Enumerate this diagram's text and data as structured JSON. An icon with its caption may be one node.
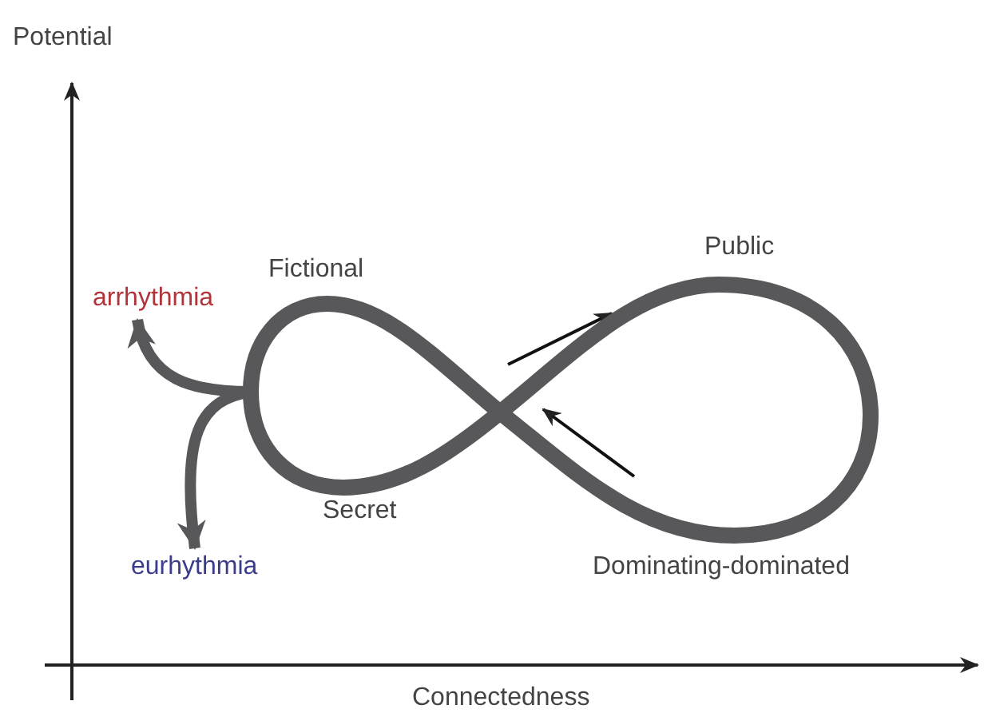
{
  "diagram": {
    "nodes": [
      {
        "text": [],
        "shape": "loop"
      },
      {
        "text": [
          "arrhythmia"
        ]
      },
      {
        "text": [
          "eurhythmia"
        ]
      }
    ],
    "edges": [
      {
        "from": 0,
        "to": 1,
        "arrow": "to"
      },
      {
        "from": 0,
        "to": 2,
        "arrow": "to"
      }
    ],
    "labels": [
      "Potential",
      "Fictional",
      "Public",
      "Secret",
      "Dominating-dominated",
      "Connectedness"
    ]
  }
}
